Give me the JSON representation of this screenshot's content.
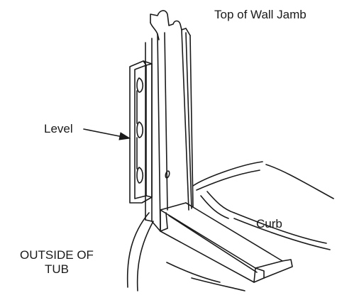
{
  "labels": {
    "top_of_wall_jamb": "Top of  Wall Jamb",
    "level": "Level",
    "curb": "Curb",
    "outside_of_tub_line1": "OUTSIDE OF",
    "outside_of_tub_line2": "TUB"
  },
  "colors": {
    "ink": "#1a1a1a",
    "background": "#ffffff"
  }
}
